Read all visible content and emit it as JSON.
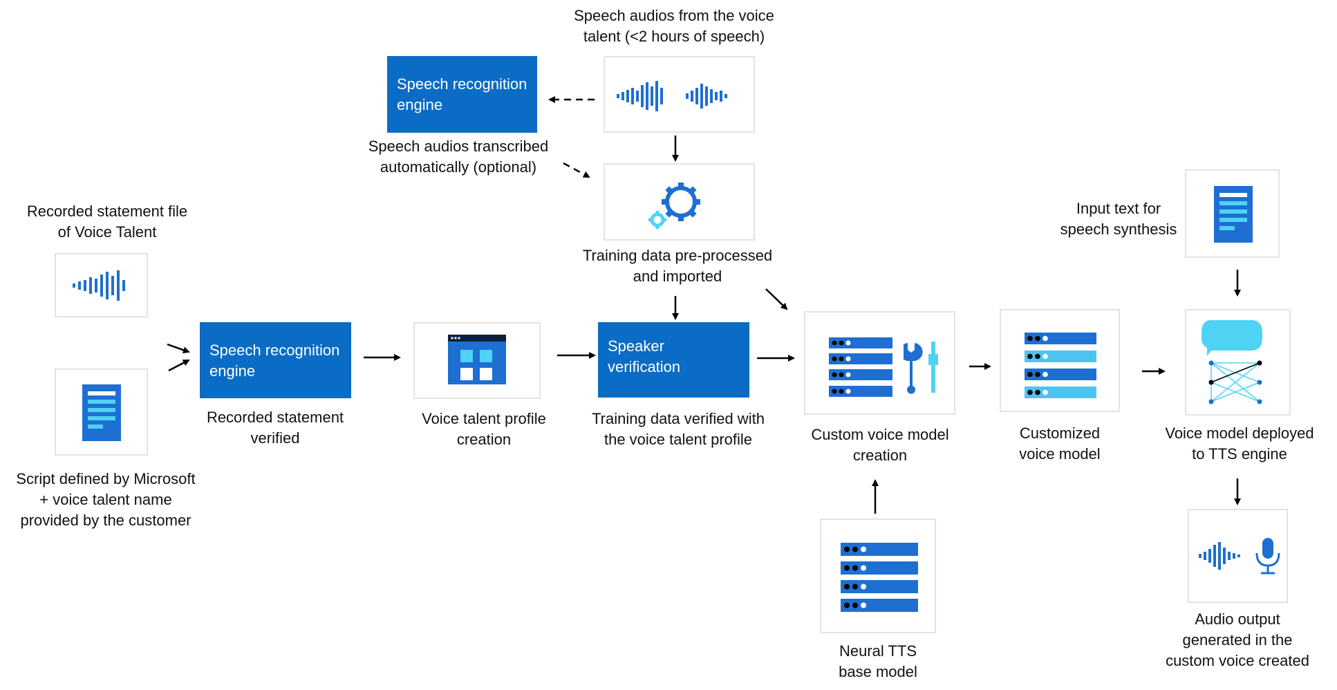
{
  "colors": {
    "blue": "#0a6cc4",
    "mid": "#1e88e5",
    "light": "#4fd3f4",
    "dark": "#0b2c52"
  },
  "labels": {
    "recorded_statement_file": "Recorded statement file\nof Voice Talent",
    "script_defined": "Script defined by Microsoft\n+ voice talent name\nprovided by the customer",
    "recorded_statement_verified": "Recorded statement\nverified",
    "voice_talent_profile": "Voice talent profile\ncreation",
    "speech_audios_from": "Speech audios from the voice\ntalent (<2 hours of speech)",
    "speech_audios_transcribed": "Speech audios transcribed\nautomatically (optional)",
    "training_preprocessed": "Training data pre-processed\nand imported",
    "training_verified": "Training data verified with\nthe voice talent profile",
    "custom_voice_creation": "Custom voice model\ncreation",
    "neural_tts": "Neural TTS\nbase model",
    "customized_voice": "Customized\nvoice model",
    "input_text": "Input text for\nspeech synthesis",
    "voice_model_deployed": "Voice model deployed\nto TTS engine",
    "audio_output": "Audio output\ngenerated in the\ncustom voice created"
  },
  "boxes": {
    "sr_engine_top": "Speech recognition\nengine",
    "sr_engine_main": "Speech recognition\nengine",
    "speaker_verification": "Speaker\nverification"
  },
  "icons": {
    "waveform": "waveform-icon",
    "document": "document-icon",
    "gears": "gears-icon",
    "app_window": "app-window-icon",
    "server_stack": "server-stack-icon",
    "tools": "wrench-screwdriver-icon",
    "neural_network": "neural-network-icon",
    "microphone": "microphone-icon"
  }
}
